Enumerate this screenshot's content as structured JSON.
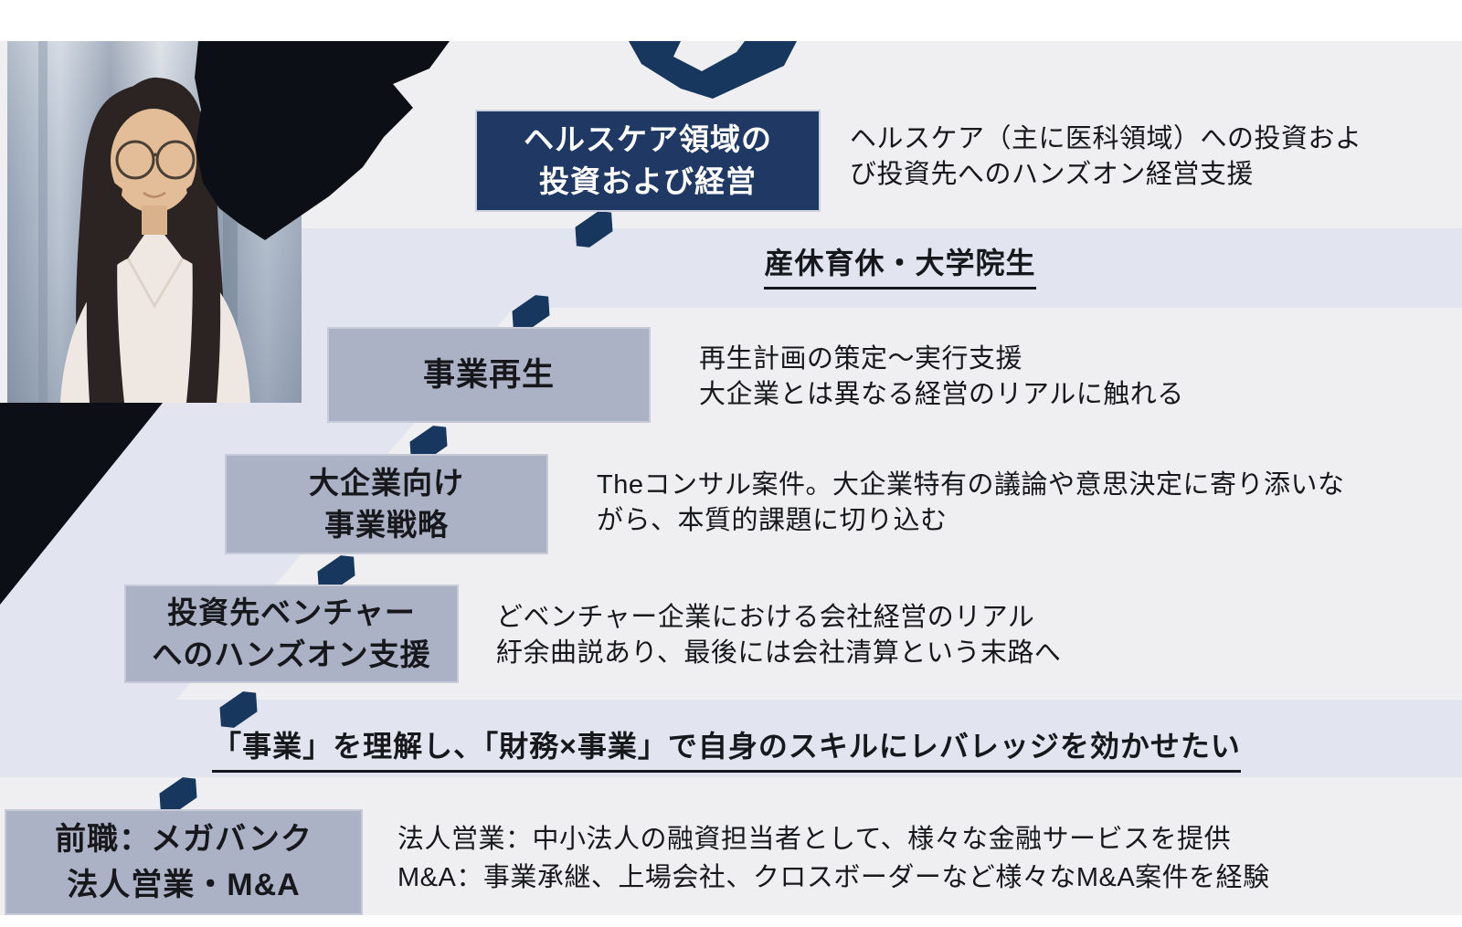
{
  "colors": {
    "navy": "#203864",
    "connector": "#17375e",
    "box_gray": "#abb2c5",
    "box_border": "#c6cbd7",
    "lavender": "#e2e5f0",
    "bg": "#efeff1",
    "ink": "#17181c",
    "white": "#ffffff",
    "black_shape": "#0c1016",
    "navy_border": "#cdd2de"
  },
  "photo": {
    "alt": "portrait-photo-of-consultant"
  },
  "timeline": {
    "healthcare": {
      "box1": "ヘルスケア領域の",
      "box2": "投資および経営",
      "desc1": "ヘルスケア（主に医科領域）への投資およ",
      "desc2": "び投資先へのハンズオン経営支援"
    },
    "milestone1": {
      "text": "産休育休・大学院生"
    },
    "saisei": {
      "box1": "事業再生",
      "desc1": "再生計画の策定～実行支援",
      "desc2": "大企業とは異なる経営のリアルに触れる"
    },
    "strategy": {
      "box1": "大企業向け",
      "box2": "事業戦略",
      "desc1": "Theコンサル案件。大企業特有の議論や意思決定に寄り添いな",
      "desc2": "がら、本質的課題に切り込む"
    },
    "venture": {
      "box1": "投資先ベンチャー",
      "box2": "へのハンズオン支援",
      "desc1": "どベンチャー企業における会社経営のリアル",
      "desc2": "紆余曲説あり、最後には会社清算という末路へ"
    },
    "milestone2": {
      "text": "「事業」を理解し、「財務×事業」で自身のスキルにレバレッジを効かせたい"
    },
    "bank": {
      "box1": "前職：メガバンク",
      "box2": "法人営業・M&A",
      "desc1": "法人営業：中小法人の融資担当者として、様々な金融サービスを提供",
      "desc2": "M&A：事業承継、上場会社、クロスボーダーなど様々なM&A案件を経験"
    }
  }
}
